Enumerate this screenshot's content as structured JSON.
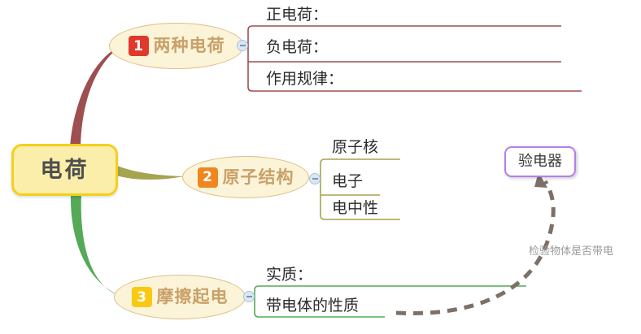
{
  "diagram": {
    "title": "电荷",
    "root": {
      "label": "电荷",
      "fill": "#fbeeaa",
      "border": "#f5cf1b"
    },
    "branches": [
      {
        "number": "1",
        "label": "两种电荷",
        "badge_color": "#e0392c",
        "line_color": "#9e4f50",
        "children": [
          {
            "label": "正电荷："
          },
          {
            "label": "负电荷："
          },
          {
            "label": "作用规律："
          }
        ]
      },
      {
        "number": "2",
        "label": "原子结构",
        "badge_color": "#ef8620",
        "line_color": "#a5a44f",
        "children": [
          {
            "label": "原子核"
          },
          {
            "label": "电子"
          },
          {
            "label": "电中性"
          }
        ]
      },
      {
        "number": "3",
        "label": "摩擦起电",
        "badge_color": "#f9c813",
        "line_color": "#55a957",
        "children": [
          {
            "label": "实质："
          },
          {
            "label": "带电体的性质"
          }
        ]
      }
    ],
    "floating_box": {
      "label": "验电器",
      "border": "#b47dee"
    },
    "relation": {
      "label": "检验物体是否带电",
      "color": "#7d7068",
      "style": "dashed-arrow"
    },
    "toggle_icon": "minus-circle-icon"
  }
}
